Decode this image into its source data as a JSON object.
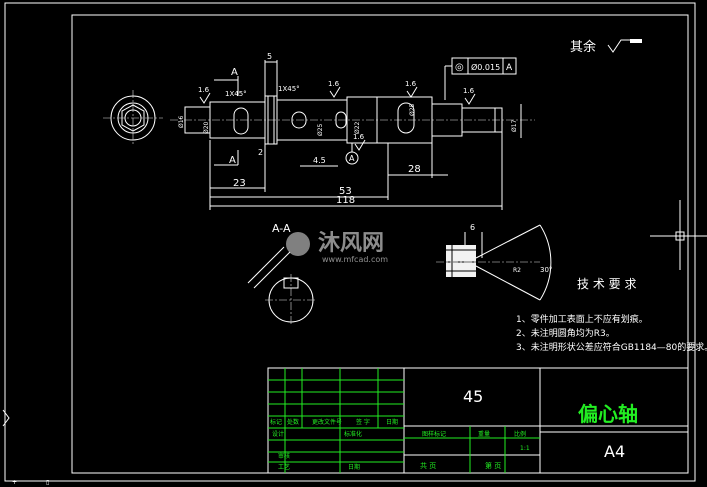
{
  "drawing": {
    "roughness_other": "其余",
    "roughness_symbol": "√",
    "geo_tolerance": {
      "symbol": "◎",
      "value": "Ø0.015",
      "datum": "A"
    },
    "section_label": "A",
    "section_view_label": "A-A",
    "chamfer_1": "1X45°",
    "chamfer_2": "1X45°",
    "roughness_values": [
      "1.6",
      "1.6",
      "1.6",
      "1.6",
      "1.6"
    ],
    "dim_5": "5",
    "dim_2": "2",
    "dim_4_5": "4.5",
    "dim_23": "23",
    "dim_53": "53",
    "dim_118": "118",
    "dim_28": "28",
    "datum_label": "A",
    "dia_labels": [
      "Ø16",
      "Ø20",
      "Ø25",
      "Ø22",
      "Ø25",
      "Ø17"
    ],
    "detail_dim_6": "6",
    "detail_dim_R": "R2",
    "detail_dim_30": "30°"
  },
  "tech_requirements": {
    "title": "技 术 要 求",
    "items": [
      "1、零件加工表面上不应有划痕。",
      "2、未注明圆角均为R3。",
      "3、未注明形状公差应符合GB1184—80的要求。"
    ]
  },
  "title_block": {
    "material": "45",
    "part_name": "偏心轴",
    "paper_size": "A4",
    "scale": "1:1",
    "labels": {
      "mark": "标记",
      "count": "处数",
      "file_no": "更改文件号",
      "sign": "签 字",
      "date": "日期",
      "design": "设计",
      "standard": "标准化",
      "stage_mark": "图样标记",
      "weight": "重量",
      "ratio": "比例",
      "review": "审核",
      "process": "工艺",
      "date2": "日期",
      "sheets_total": "共 页",
      "sheet_no": "第 页"
    }
  },
  "watermark": {
    "brand": "沐风网",
    "url": "www.mfcad.com"
  }
}
